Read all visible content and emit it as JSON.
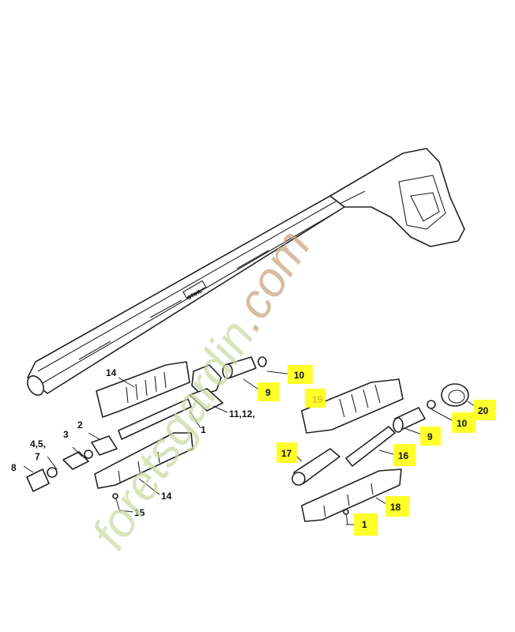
{
  "watermark": {
    "text_a": "foretsgard",
    "text_b": "in",
    "text_c": ".com",
    "color_green": "#c9d9a2",
    "color_brown": "#c8a27a"
  },
  "brand_mark": "STIHL",
  "highlight_color": "#ffff2a",
  "labels": {
    "l14a": "14",
    "l10a": "10",
    "l9a": "9",
    "l1a": "1",
    "l11": "11,12,",
    "l2": "2",
    "l3": "3",
    "l45": "4,5,",
    "l7": "7",
    "l8": "8",
    "l14b": "14",
    "l15": "15",
    "l10b": "10",
    "l20": "20",
    "l9b": "9",
    "l17": "17",
    "l16": "16",
    "l18": "18",
    "l1b": "1",
    "l19": "19"
  }
}
